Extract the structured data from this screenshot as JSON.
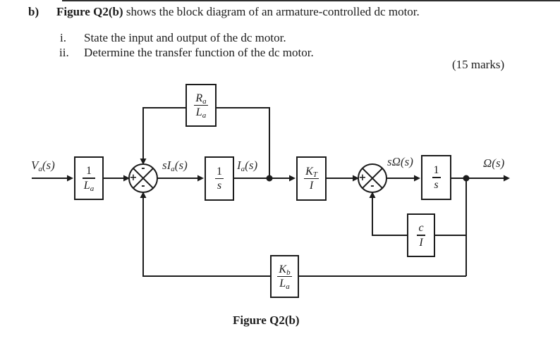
{
  "header": {
    "item_label": "b)",
    "intro_bold": "Figure Q2(b)",
    "intro_rest": " shows the block diagram of an armature-controlled dc motor.",
    "sub_items": [
      {
        "num": "i.",
        "text": "State the input and output of the dc motor."
      },
      {
        "num": "ii.",
        "text": "Determine the transfer function of the dc motor."
      }
    ],
    "marks": "(15 marks)"
  },
  "diagram": {
    "caption": "Figure Q2(b)",
    "signals": {
      "input": {
        "pre": "",
        "main": "V",
        "sub": "a",
        "post": "(s)"
      },
      "after_sum1": {
        "pre": "s",
        "main": "I",
        "sub": "a",
        "post": "(s)"
      },
      "after_int1": {
        "pre": "",
        "main": "I",
        "sub": "a",
        "post": "(s)"
      },
      "after_sum2": {
        "pre": "s",
        "main": "Ω",
        "sub": "",
        "post": "(s)"
      },
      "output": {
        "pre": "",
        "main": "Ω",
        "sub": "",
        "post": "(s)"
      }
    },
    "blocks": [
      {
        "name": "1-over-La",
        "num_main": "1",
        "num_sub": "",
        "den_main": "L",
        "den_sub": "a"
      },
      {
        "name": "Ra-over-La",
        "num_main": "R",
        "num_sub": "a",
        "den_main": "L",
        "den_sub": "a"
      },
      {
        "name": "1-over-s-first",
        "num_main": "1",
        "num_sub": "",
        "den_main": "s",
        "den_sub": ""
      },
      {
        "name": "KT-over-I",
        "num_main": "K",
        "num_sub": "T",
        "den_main": "I",
        "den_sub": ""
      },
      {
        "name": "1-over-s-second",
        "num_main": "1",
        "num_sub": "",
        "den_main": "s",
        "den_sub": ""
      },
      {
        "name": "c-over-I",
        "num_main": "c",
        "num_sub": "",
        "den_main": "I",
        "den_sub": ""
      },
      {
        "name": "Kb-over-La",
        "num_main": "K",
        "num_sub": "b",
        "den_main": "L",
        "den_sub": "a"
      }
    ],
    "summing_junctions": [
      {
        "name": "sum-1",
        "signs": {
          "top": "-",
          "left": "+",
          "bottom": "-"
        }
      },
      {
        "name": "sum-2",
        "signs": {
          "left": "+",
          "bottom": "-"
        }
      }
    ],
    "colors": {
      "line": "#1c1c1c"
    }
  }
}
